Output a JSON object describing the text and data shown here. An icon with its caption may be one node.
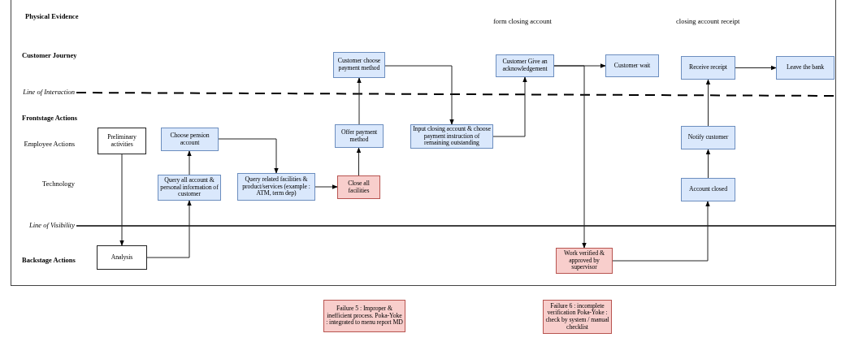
{
  "diagram": {
    "nodes": [
      {
        "text": [
          "Preliminary activities"
        ]
      },
      {
        "text": [
          "Choose pension account"
        ]
      },
      {
        "text": [
          "Query all account & personal information of customer"
        ]
      },
      {
        "text": [
          "Query related facilities & product/services (example : ATM, term dep)"
        ]
      },
      {
        "text": [
          "Close all facilities"
        ]
      },
      {
        "text": [
          "Offer payment method"
        ]
      },
      {
        "text": [
          "Customer choose payment method"
        ]
      },
      {
        "text": [
          "Input closing account & choose payment instruction of remaining outstanding"
        ]
      },
      {
        "text": [
          "Customer Give an acknowledgement"
        ]
      },
      {
        "text": [
          "Customer wait"
        ]
      },
      {
        "text": [
          "Receive receipt"
        ]
      },
      {
        "text": [
          "Leave the bank"
        ]
      },
      {
        "text": [
          "Notify customer"
        ]
      },
      {
        "text": [
          "Account closed"
        ]
      },
      {
        "text": [
          "Work verified & approved by supervisor"
        ]
      },
      {
        "text": [
          "Analysis"
        ]
      },
      {
        "text": [
          "Failure 5 : Improper & inefficient process. Poka-Yoke : integrated to menu report MD"
        ]
      },
      {
        "text": [
          "Failure 6 : incomplete verification Poka-Yoke : check by system / manual checklist"
        ]
      }
    ],
    "edges": [
      {
        "from": 0,
        "to": 15,
        "arrow": "to"
      },
      {
        "from": 15,
        "to": 2,
        "arrow": "to"
      },
      {
        "from": 2,
        "to": 1,
        "arrow": "to"
      },
      {
        "from": 1,
        "to": 3,
        "arrow": "to"
      },
      {
        "from": 3,
        "to": 4,
        "arrow": "to"
      },
      {
        "from": 4,
        "to": 5,
        "arrow": "to"
      },
      {
        "from": 5,
        "to": 6,
        "arrow": "to"
      },
      {
        "from": 6,
        "to": 7,
        "arrow": "to"
      },
      {
        "from": 7,
        "to": 8,
        "arrow": "to"
      },
      {
        "from": 8,
        "to": 9,
        "arrow": "to"
      },
      {
        "from": 8,
        "to": 14,
        "arrow": "to"
      },
      {
        "from": 14,
        "to": 13,
        "arrow": "to"
      },
      {
        "from": 13,
        "to": 12,
        "arrow": "to"
      },
      {
        "from": 12,
        "to": 10,
        "arrow": "to"
      },
      {
        "from": 10,
        "to": 11,
        "arrow": "to"
      }
    ],
    "labels": [
      "Physical Evidence",
      "form closing account",
      "closing account receipt",
      "Customer Journey",
      "Line of Interaction",
      "Frontstage Actions",
      "Employee Actions",
      "Technology",
      "Line of Visibility",
      "Backstage Actions"
    ]
  }
}
